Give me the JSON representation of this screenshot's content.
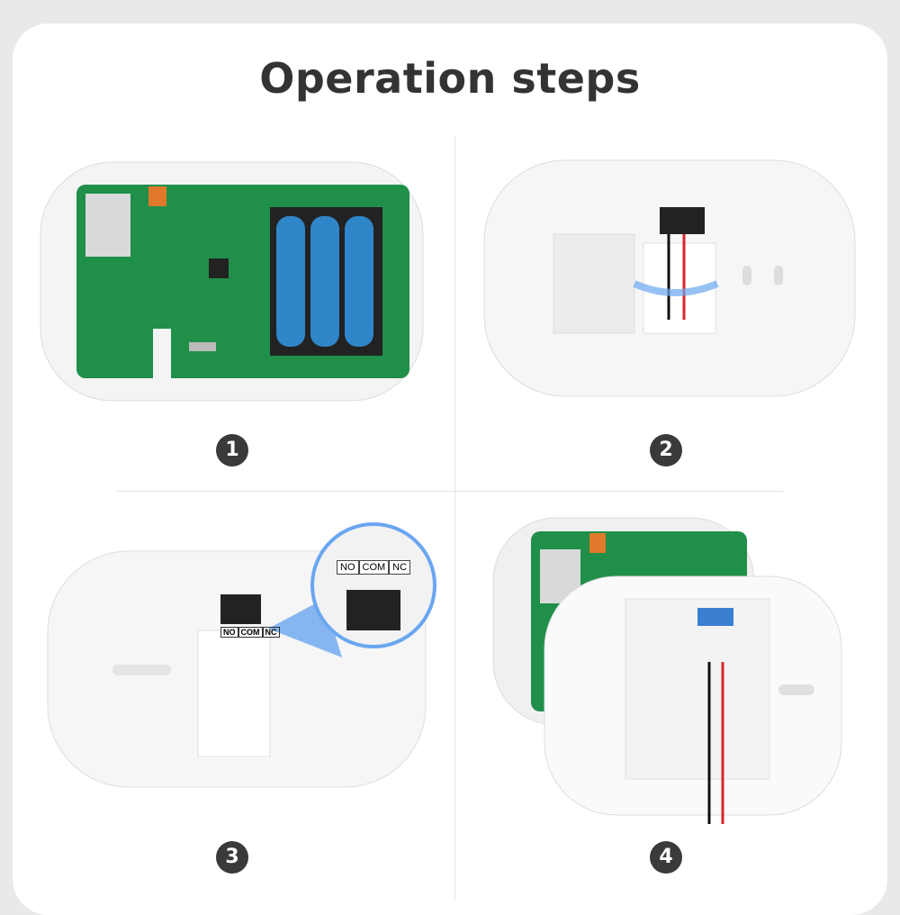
{
  "title": "Operation steps",
  "steps": [
    {
      "number": "1"
    },
    {
      "number": "2"
    },
    {
      "number": "3",
      "terminal_labels": [
        "NO",
        "COM",
        "NC"
      ]
    },
    {
      "number": "4"
    }
  ],
  "colors": {
    "pcb": "#1f8f4a",
    "battery": "#2f86c8",
    "accent_circle": "#6aa6f0",
    "wire_red": "#d8252a",
    "wire_black": "#111111"
  }
}
